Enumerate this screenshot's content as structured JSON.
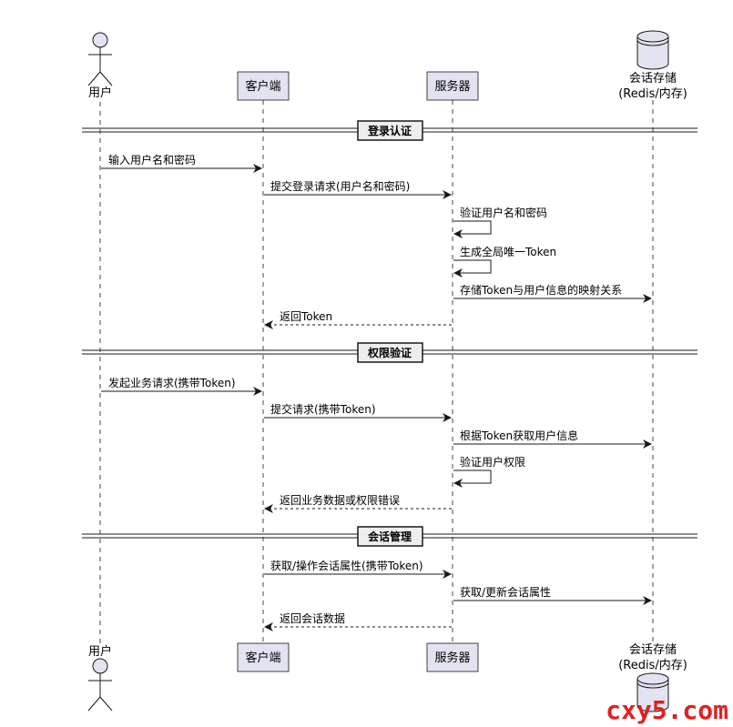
{
  "participants": {
    "user": {
      "label": "用户"
    },
    "client": {
      "label": "客户端"
    },
    "server": {
      "label": "服务器"
    },
    "store": {
      "label_line1": "会话存储",
      "label_line2": "(Redis/内存)"
    }
  },
  "sections": {
    "login": "登录认证",
    "perm": "权限验证",
    "session": "会话管理"
  },
  "messages": [
    "输入用户名和密码",
    "提交登录请求(用户名和密码)",
    "验证用户名和密码",
    "生成全局唯一Token",
    "存储Token与用户信息的映射关系",
    "返回Token",
    "发起业务请求(携带Token)",
    "提交请求(携带Token)",
    "根据Token获取用户信息",
    "验证用户权限",
    "返回业务数据或权限错误",
    "获取/操作会话属性(携带Token)",
    "获取/更新会话属性",
    "返回会话数据"
  ],
  "watermark": "cxy5.com",
  "colors": {
    "participant_fill": "#e2e2f0",
    "participant_stroke": "#181818",
    "section_fill": "#eeeeee",
    "lifeline": "#181818",
    "watermark": "#e02020"
  }
}
